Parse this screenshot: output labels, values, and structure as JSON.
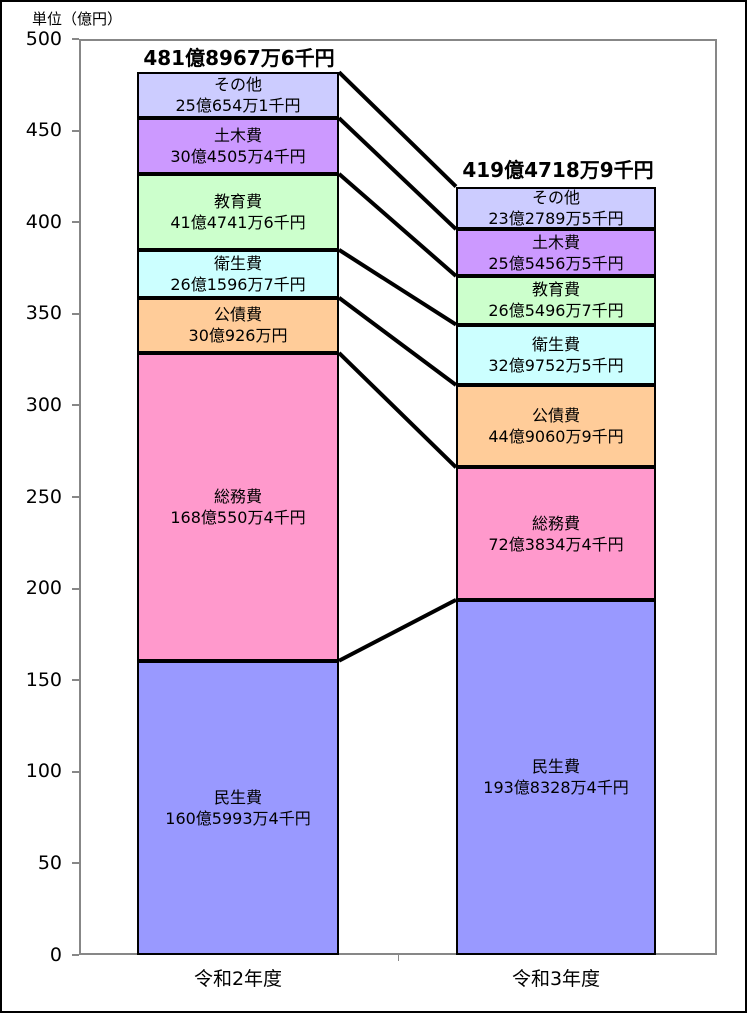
{
  "chart_data": {
    "type": "bar",
    "subtype": "stacked-bar-comparison",
    "unit_label": "単位（億円）",
    "ylim": [
      0,
      500
    ],
    "yticks": [
      0,
      50,
      100,
      150,
      200,
      250,
      300,
      350,
      400,
      450,
      500
    ],
    "grid": "off",
    "legend": "none",
    "categories": [
      "令和2年度",
      "令和3年度"
    ],
    "axis_color": "#878787",
    "connector_color": "#000000",
    "series": [
      {
        "category": "令和2年度",
        "total_label": "481億8967万6千円",
        "total_value": 481.89676,
        "segments": [
          {
            "name": "民生費",
            "amount_label": "160億5993万4千円",
            "value": 160.59934,
            "color": "#9999FF"
          },
          {
            "name": "総務費",
            "amount_label": "168億550万4千円",
            "value": 168.05504,
            "color": "#FF99CC"
          },
          {
            "name": "公債費",
            "amount_label": "30億926万円",
            "value": 30.0926,
            "color": "#FFCC99"
          },
          {
            "name": "衛生費",
            "amount_label": "26億1596万7千円",
            "value": 26.15967,
            "color": "#CCFFFF"
          },
          {
            "name": "教育費",
            "amount_label": "41億4741万6千円",
            "value": 41.47416,
            "color": "#CCFFCC"
          },
          {
            "name": "土木費",
            "amount_label": "30億4505万4千円",
            "value": 30.45054,
            "color": "#CC99FF"
          },
          {
            "name": "その他",
            "amount_label": "25億654万1千円",
            "value": 25.06541,
            "color": "#CCCCFF"
          }
        ]
      },
      {
        "category": "令和3年度",
        "total_label": "419億4718万9千円",
        "total_value": 419.47189,
        "segments": [
          {
            "name": "民生費",
            "amount_label": "193億8328万4千円",
            "value": 193.83284,
            "color": "#9999FF"
          },
          {
            "name": "総務費",
            "amount_label": "72億3834万4千円",
            "value": 72.38344,
            "color": "#FF99CC"
          },
          {
            "name": "公債費",
            "amount_label": "44億9060万9千円",
            "value": 44.90609,
            "color": "#FFCC99"
          },
          {
            "name": "衛生費",
            "amount_label": "32億9752万5千円",
            "value": 32.97525,
            "color": "#CCFFFF"
          },
          {
            "name": "教育費",
            "amount_label": "26億5496万7千円",
            "value": 26.54967,
            "color": "#CCFFCC"
          },
          {
            "name": "土木費",
            "amount_label": "25億5456万5千円",
            "value": 25.54565,
            "color": "#CC99FF"
          },
          {
            "name": "その他",
            "amount_label": "23億2789万5千円",
            "value": 23.27895,
            "color": "#CCCCFF"
          }
        ]
      }
    ]
  }
}
